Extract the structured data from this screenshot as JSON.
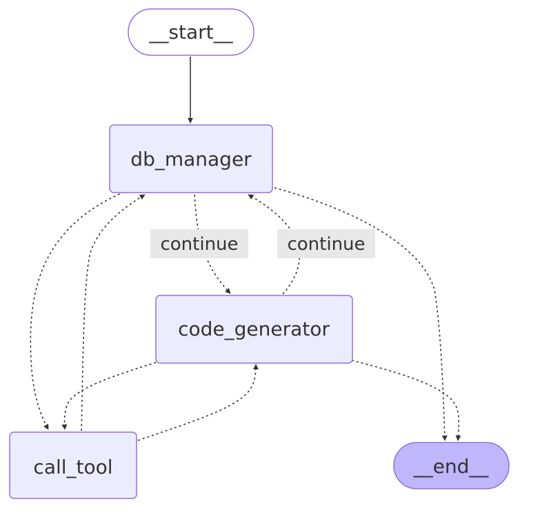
{
  "nodes": {
    "start": "__start__",
    "db_manager": "db_manager",
    "code_generator": "code_generator",
    "call_tool": "call_tool",
    "end": "__end__"
  },
  "edge_labels": {
    "db_to_code": "continue",
    "code_to_db": "continue"
  },
  "colors": {
    "node_fill": "#ECECFF",
    "node_stroke": "#9370DB",
    "end_fill": "#BFB6FC",
    "edge": "#333333",
    "label_bg": "#E8E8E8"
  }
}
